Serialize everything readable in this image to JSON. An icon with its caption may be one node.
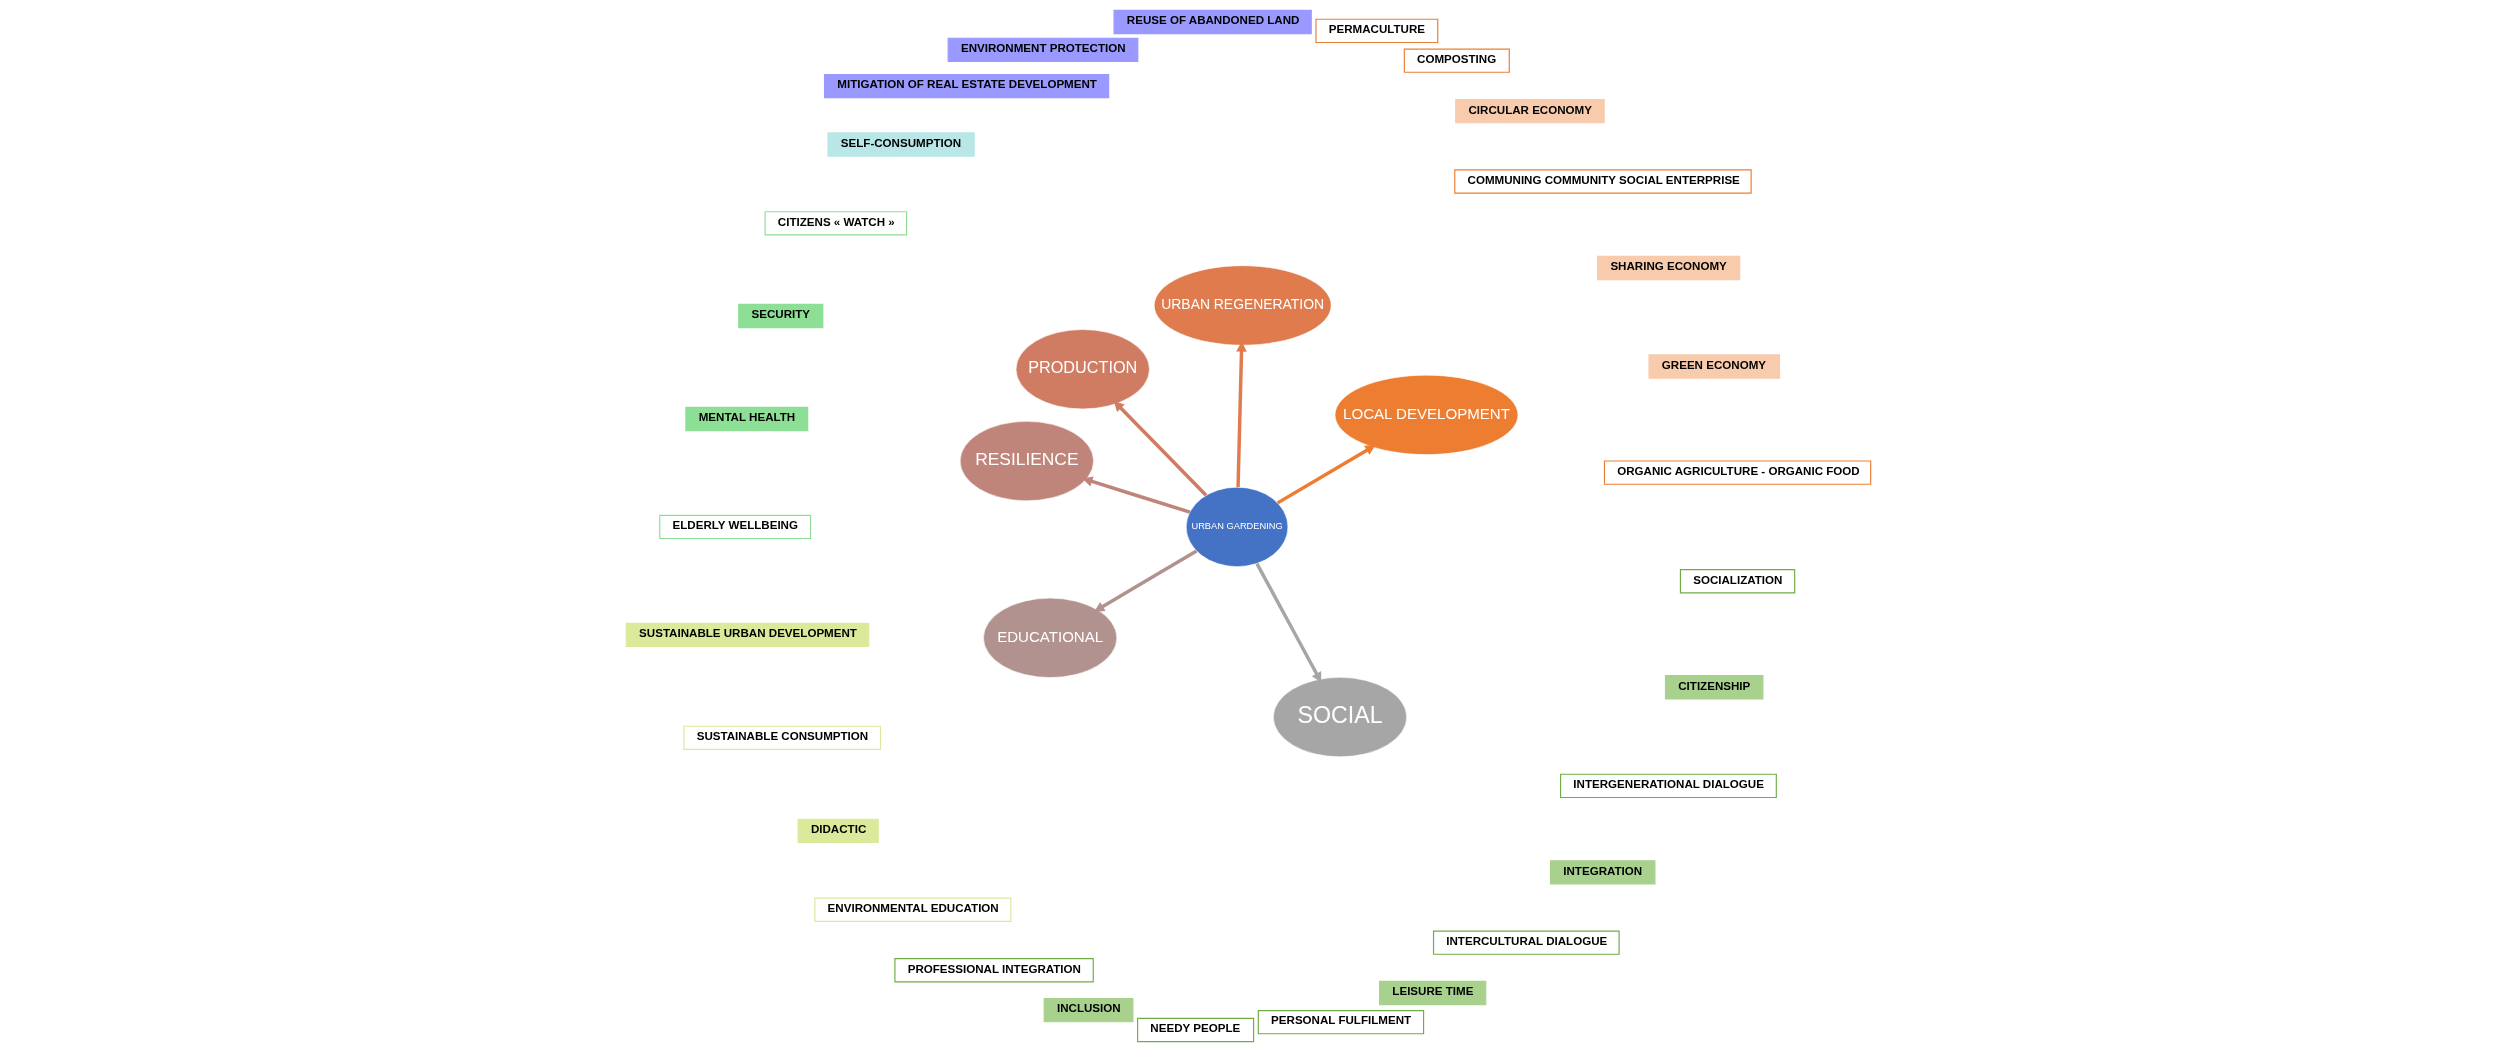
{
  "diagram": {
    "nodes": [
      {
        "text": [
          "URBAN GARDENING"
        ]
      },
      {
        "text": [
          "LOCAL DEVELOPMENT"
        ]
      },
      {
        "text": [
          "URBAN REGENERATION"
        ]
      },
      {
        "text": [
          "PRODUCTION"
        ]
      },
      {
        "text": [
          "RESILIENCE"
        ]
      },
      {
        "text": [
          "EDUCATIONAL"
        ]
      },
      {
        "text": [
          "SOCIAL"
        ]
      },
      {
        "text": [
          "ORGANIC AGRICULTURE - ORGANIC FOOD"
        ]
      },
      {
        "text": [
          "GREEN ECONOMY"
        ]
      },
      {
        "text": [
          "SHARING ECONOMY"
        ]
      },
      {
        "text": [
          "COMMUNING COMMUNITY SOCIAL ENTERPRISE"
        ]
      },
      {
        "text": [
          "PROFESSIONAL INTEGRATION"
        ]
      },
      {
        "text": [
          "CIRCULAR ECONOMY"
        ]
      },
      {
        "text": [
          "COMPOSTING"
        ]
      },
      {
        "text": [
          "INCLUSION"
        ]
      },
      {
        "text": [
          "NEEDY PEOPLE"
        ]
      },
      {
        "text": [
          "PERMACULTURE"
        ]
      },
      {
        "text": [
          "PERSONAL FULFILMENT"
        ]
      },
      {
        "text": [
          "LEISURE TIME"
        ]
      },
      {
        "text": [
          "REUSE OF ABANDONED LAND"
        ]
      },
      {
        "text": [
          "ENVIRONMENT PROTECTION"
        ]
      },
      {
        "text": [
          "INTERCULTURAL DIALOGUE"
        ]
      },
      {
        "text": [
          "INTEGRATION"
        ]
      },
      {
        "text": [
          "MITIGATION OF REAL ESTATE DEVELOPMENT"
        ]
      },
      {
        "text": [
          "INTERGENERATIONAL DIALOGUE"
        ]
      },
      {
        "text": [
          "CITIZENSHIP"
        ]
      },
      {
        "text": [
          "SOCIALIZATION"
        ]
      },
      {
        "text": [
          "SUSTAINABLE URBAN DEVELOPMENT"
        ]
      },
      {
        "text": [
          "SELF-CONSUMPTION"
        ]
      },
      {
        "text": [
          "SUSTAINABLE CONSUMPTION"
        ]
      },
      {
        "text": [
          "DIDACTIC"
        ]
      },
      {
        "text": [
          "ENVIRONMENTAL EDUCATION"
        ]
      },
      {
        "text": [
          "CITIZENS « WATCH »"
        ]
      },
      {
        "text": [
          "SECURITY"
        ]
      },
      {
        "text": [
          "MENTAL HEALTH"
        ]
      },
      {
        "text": [
          "ELDERLY WELLBEING"
        ]
      }
    ],
    "edges": [
      {
        "from": 0,
        "to": 1,
        "arrow": "to",
        "color": "#ed7d31"
      },
      {
        "from": 0,
        "to": 2,
        "arrow": "to",
        "color": "#df7b4d"
      },
      {
        "from": 0,
        "to": 3,
        "arrow": "to",
        "color": "#d07c62"
      },
      {
        "from": 0,
        "to": 4,
        "arrow": "to",
        "color": "#c0857a"
      },
      {
        "from": 0,
        "to": 5,
        "arrow": "to",
        "color": "#b2928f"
      },
      {
        "from": 0,
        "to": 6,
        "arrow": "to",
        "color": "#a6a6a6"
      }
    ]
  }
}
